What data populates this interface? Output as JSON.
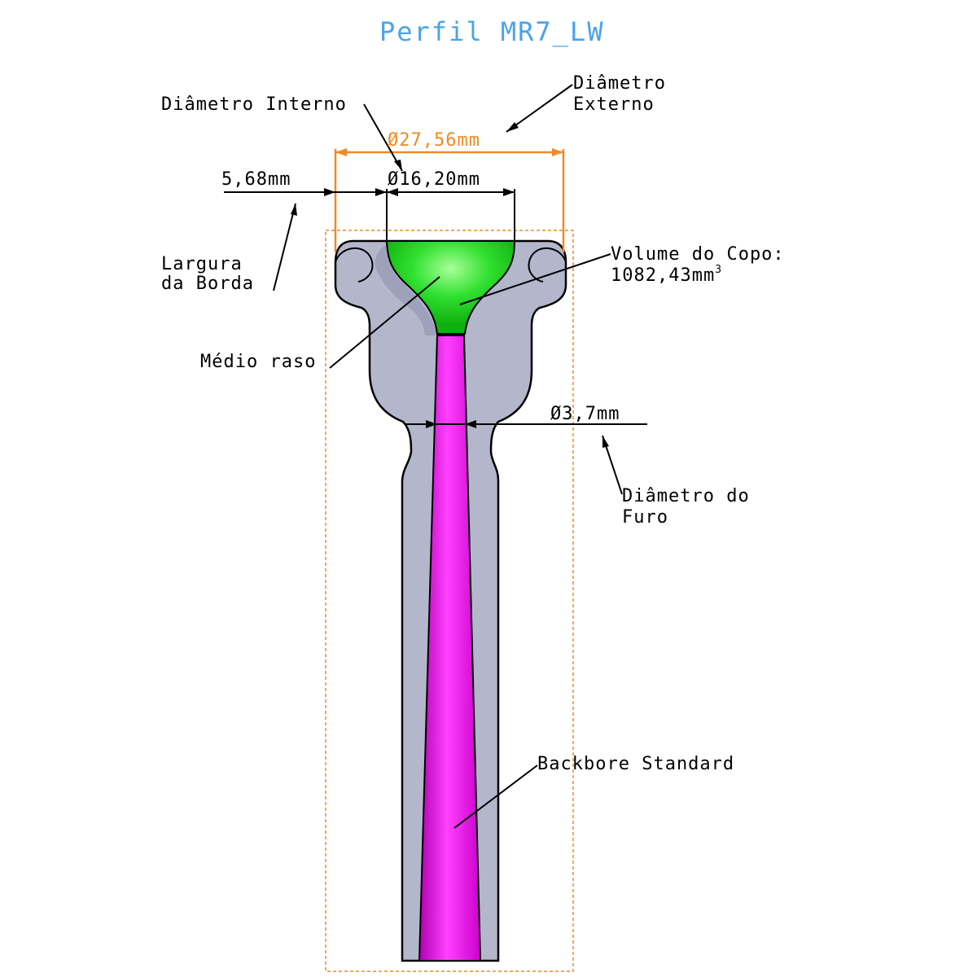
{
  "title": "Perfil MR7_LW",
  "labels": {
    "inner_diameter_callout": "Diâmetro Interno",
    "outer_diameter_callout_line1": "Diâmetro",
    "outer_diameter_callout_line2": "Externo",
    "rim_width_callout_line1": "Largura",
    "rim_width_callout_line2": "da Borda",
    "cup_volume_callout": "Volume do Copo:",
    "cup_volume_value": "1082,43mm",
    "cup_volume_exponent": "3",
    "cup_depth_callout": "Médio raso",
    "throat_callout_line1": "Diâmetro do",
    "throat_callout_line2": "Furo",
    "backbore_callout": "Backbore Standard"
  },
  "dimensions": {
    "outer_diameter": "Ø27,56mm",
    "inner_diameter": "Ø16,20mm",
    "rim_width": "5,68mm",
    "throat_diameter": "Ø3,7mm"
  },
  "colors": {
    "body": "#b4b6cc",
    "cup": "#20e020",
    "backbore": "#dd00dd",
    "dimension_orange": "#f08a24",
    "title": "#4aa3e8",
    "outline": "#000000"
  }
}
